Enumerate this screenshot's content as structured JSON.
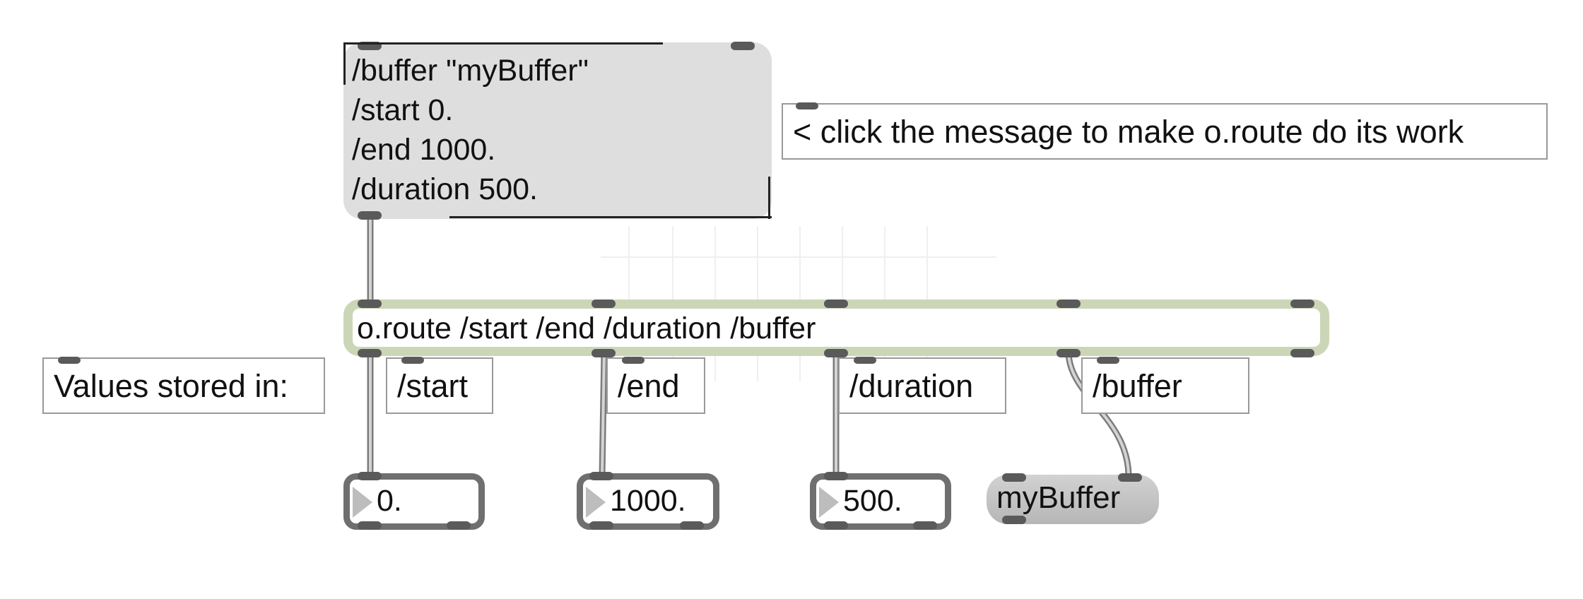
{
  "message_box": {
    "lines": "/buffer \"myBuffer\"\n/start 0.\n/end 1000.\n/duration 500."
  },
  "hint_comment": "< click the message to make o.route do its work",
  "oroute": {
    "text": "o.route /start /end /duration /buffer"
  },
  "values_label": "Values stored in:",
  "address_comments": [
    "/start",
    "/end",
    "/duration",
    "/buffer"
  ],
  "number_boxes": [
    "0.",
    "1000.",
    "500."
  ],
  "symbol_message": "myBuffer",
  "colors": {
    "object_border": "#cbd6b6",
    "message_bg": "#dedede",
    "port": "#5a5a5a",
    "patch_cord": "#b4b4b4"
  }
}
